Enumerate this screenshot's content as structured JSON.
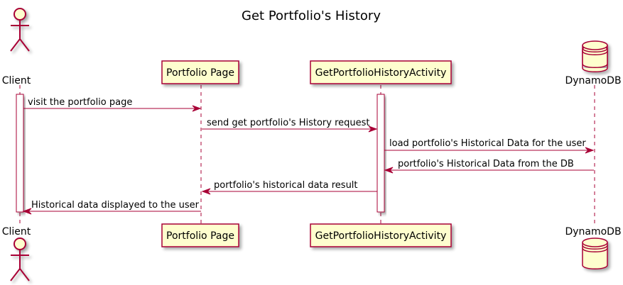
{
  "title": "Get Portfolio's History",
  "colors": {
    "line": "#A80036",
    "box_fill": "#FEFECE",
    "shadow": "#C8C8C8"
  },
  "participants": {
    "client": {
      "label": "Client",
      "kind": "actor"
    },
    "portfolio_page": {
      "label": "Portfolio Page",
      "kind": "participant"
    },
    "activity": {
      "label": "GetPortfolioHistoryActivity",
      "kind": "participant"
    },
    "dynamodb": {
      "label": "DynamoDB",
      "kind": "database"
    }
  },
  "messages": [
    {
      "from": "client",
      "to": "portfolio_page",
      "label": "visit the portfolio page",
      "style": "solid"
    },
    {
      "from": "portfolio_page",
      "to": "activity",
      "label": "send get portfolio's History request",
      "style": "solid"
    },
    {
      "from": "activity",
      "to": "dynamodb",
      "label": "load portfolio's Historical Data for the user",
      "style": "solid"
    },
    {
      "from": "dynamodb",
      "to": "activity",
      "label": "portfolio's Historical Data from the DB",
      "style": "solid"
    },
    {
      "from": "activity",
      "to": "portfolio_page",
      "label": "portfolio's historical data result",
      "style": "solid"
    },
    {
      "from": "portfolio_page",
      "to": "client",
      "label": "Historical data displayed to the user",
      "style": "solid"
    }
  ]
}
